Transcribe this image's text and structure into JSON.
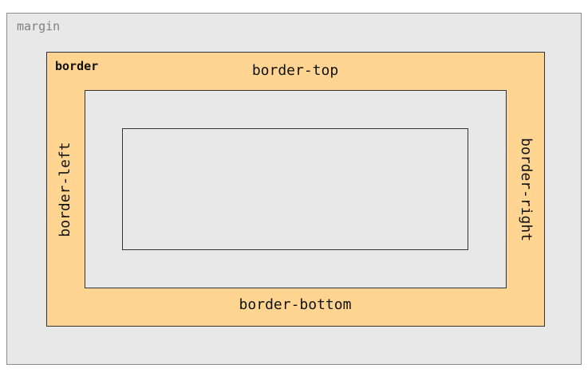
{
  "colors": {
    "margin_fill": "#e8e8e8",
    "border_fill": "#ffd591",
    "padding_fill": "#e8e8e8",
    "content_fill": "#e8e8e8"
  },
  "labels": {
    "margin": "margin",
    "border": "border",
    "border_top": "border-top",
    "border_bottom": "border-bottom",
    "border_left": "border-left",
    "border_right": "border-right"
  }
}
